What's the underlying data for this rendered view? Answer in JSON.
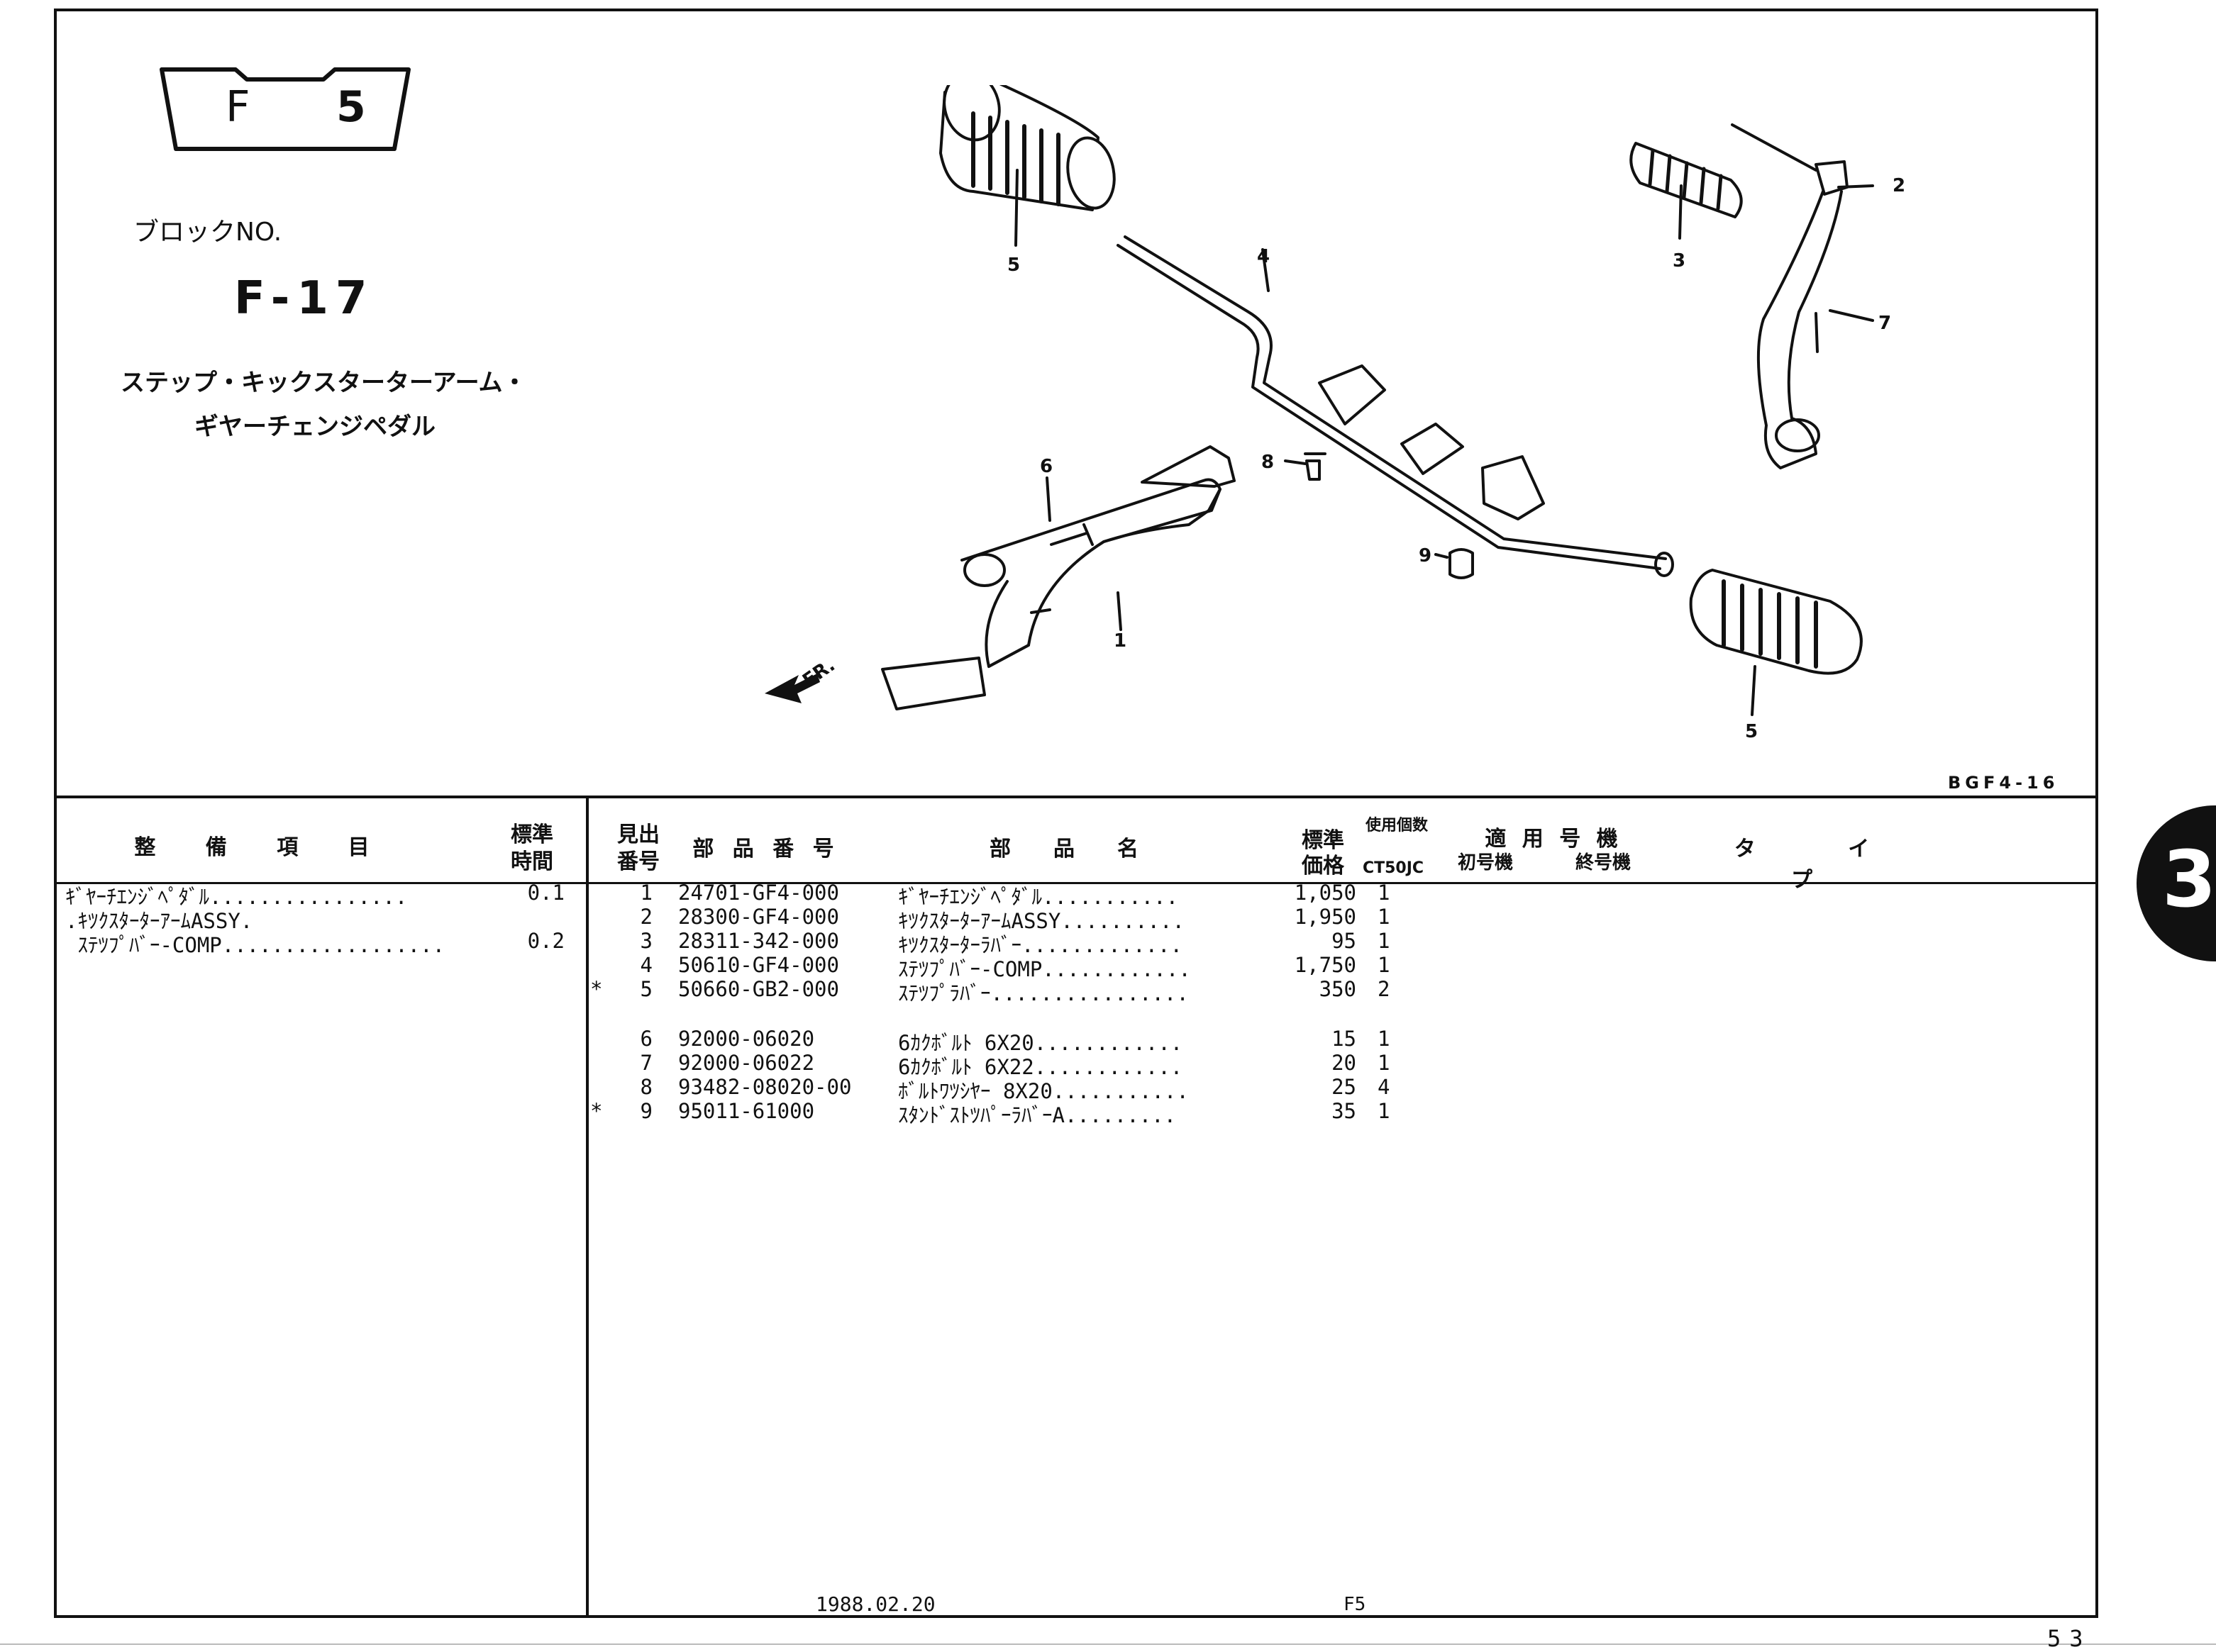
{
  "header": {
    "badge_f": "F",
    "badge_n": "5",
    "block_label": "ブロックNO.",
    "block_no": "F-17",
    "title_line1": "ステップ・キックスターターアーム・",
    "title_line2": "ギヤーチェンジペダル"
  },
  "figure": {
    "code": "BGF4-16",
    "fr_label": "FR.",
    "callouts": [
      "5",
      "4",
      "3",
      "2",
      "7",
      "6",
      "8",
      "9",
      "1",
      "5"
    ]
  },
  "labor_table": {
    "headers": {
      "item": "整 備 項 目",
      "time_top": "標準",
      "time_bottom": "時間"
    },
    "rows": [
      {
        "name": "ｷﾞﾔｰﾁｴﾝｼﾞﾍﾟﾀﾞﾙ................",
        "time": "0.1"
      },
      {
        "name": ".ｷﾂｸｽﾀｰﾀｰｱｰﾑASSY.",
        "time": ""
      },
      {
        "name": " ｽﾃﾂﾌﾟﾊﾞｰ-COMP..................",
        "time": "0.2"
      }
    ]
  },
  "parts_table": {
    "headers": {
      "ref_top": "見出",
      "ref_bottom": "番号",
      "part_no": "部 品 番 号",
      "part_name": "部　　品　　名",
      "price_top": "標準",
      "price_bottom": "価格",
      "qty_top": "使用個数",
      "qty_model": "CT50JC",
      "applicable": "適 用 号 機",
      "first": "初号機",
      "last": "終号機",
      "type": "タ イ プ"
    },
    "rows": [
      {
        "mark": "",
        "ref": "1",
        "part_no": "24701-GF4-000",
        "name": "ｷﾞﾔｰﾁｴﾝｼﾞﾍﾟﾀﾞﾙ...........",
        "price": "1,050",
        "qty": "1"
      },
      {
        "mark": "",
        "ref": "2",
        "part_no": "28300-GF4-000",
        "name": "ｷﾂｸｽﾀｰﾀｰｱｰﾑASSY..........",
        "price": "1,950",
        "qty": "1"
      },
      {
        "mark": "",
        "ref": "3",
        "part_no": "28311-342-000",
        "name": "ｷﾂｸｽﾀｰﾀｰﾗﾊﾞｰ.............",
        "price": "95",
        "qty": "1"
      },
      {
        "mark": "",
        "ref": "4",
        "part_no": "50610-GF4-000",
        "name": "ｽﾃﾂﾌﾟﾊﾞｰ-COMP............",
        "price": "1,750",
        "qty": "1"
      },
      {
        "mark": "*",
        "ref": "5",
        "part_no": "50660-GB2-000",
        "name": "ｽﾃﾂﾌﾟﾗﾊﾞｰ................",
        "price": "350",
        "qty": "2"
      },
      {
        "mark": "",
        "ref": "6",
        "part_no": "92000-06020",
        "name": "6ｶｸﾎﾞﾙﾄ 6X20............",
        "price": "15",
        "qty": "1"
      },
      {
        "mark": "",
        "ref": "7",
        "part_no": "92000-06022",
        "name": "6ｶｸﾎﾞﾙﾄ 6X22............",
        "price": "20",
        "qty": "1"
      },
      {
        "mark": "",
        "ref": "8",
        "part_no": "93482-08020-00",
        "name": "ﾎﾞﾙﾄﾜﾂｼﾔｰ 8X20...........",
        "price": "25",
        "qty": "4"
      },
      {
        "mark": "*",
        "ref": "9",
        "part_no": "95011-61000",
        "name": "ｽﾀﾝﾄﾞｽﾄﾂﾊﾟｰﾗﾊﾞｰA.........",
        "price": "35",
        "qty": "1"
      }
    ]
  },
  "footer": {
    "date": "1988.02.20",
    "section": "F5",
    "page": "53"
  },
  "side_tab": "3"
}
